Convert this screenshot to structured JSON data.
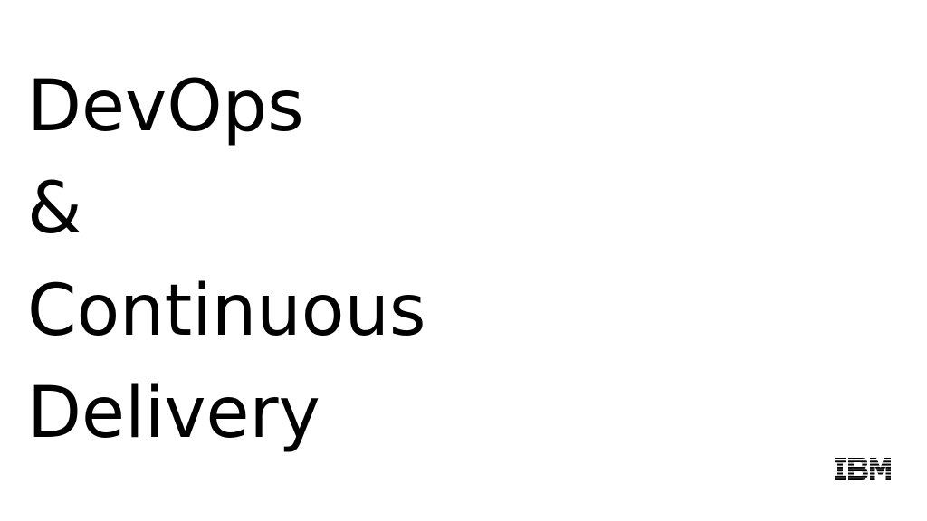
{
  "slide": {
    "title_lines": [
      "DevOps",
      "&",
      "Continuous",
      "Delivery"
    ],
    "logo": {
      "text": "IBM",
      "icon": "ibm-logo-icon",
      "color": "#000000"
    }
  }
}
